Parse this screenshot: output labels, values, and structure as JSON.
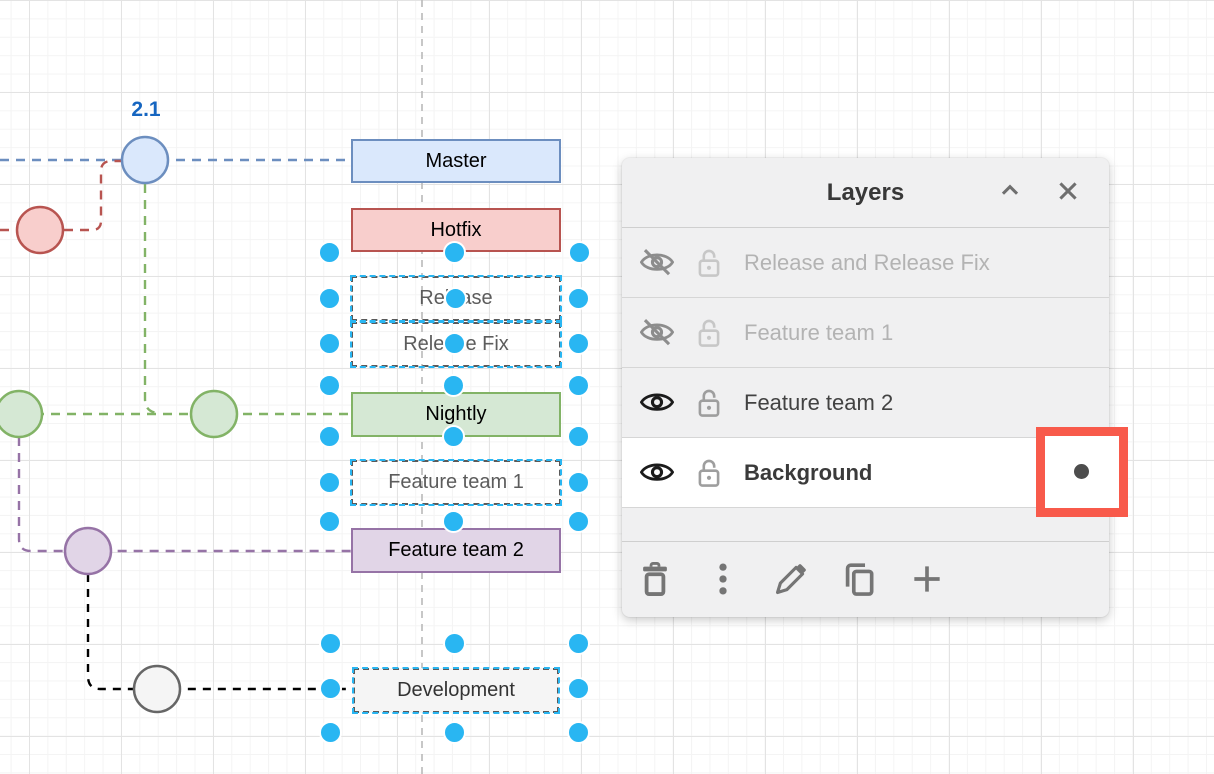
{
  "canvas": {
    "branch_tag": "2.1",
    "branch_tag_color": "#1565c0",
    "nodes": [
      {
        "id": "master",
        "label": "Master",
        "fill": "#dae8fc",
        "stroke": "#6c8ebf"
      },
      {
        "id": "hotfix",
        "label": "Hotfix",
        "fill": "#f8cecc",
        "stroke": "#b85450"
      },
      {
        "id": "release",
        "label": "Release",
        "fill": "transparent",
        "stroke": "#5a5a5a",
        "state": "selected-outline"
      },
      {
        "id": "release-fix",
        "label": "Release Fix",
        "fill": "transparent",
        "stroke": "#5a5a5a",
        "state": "selected-outline"
      },
      {
        "id": "nightly",
        "label": "Nightly",
        "fill": "#d5e8d4",
        "stroke": "#82b366"
      },
      {
        "id": "feature-team-1",
        "label": "Feature team 1",
        "fill": "transparent",
        "stroke": "#5a5a5a",
        "state": "selected-outline"
      },
      {
        "id": "feature-team-2",
        "label": "Feature team 2",
        "fill": "#e1d5e7",
        "stroke": "#9673a6"
      },
      {
        "id": "development",
        "label": "Development",
        "fill": "#f5f5f5",
        "stroke": "#5a5a5a",
        "state": "selected-outline"
      }
    ],
    "edge_colors": {
      "master_line": "#6c8ebf",
      "hotfix_line": "#b85450",
      "nightly_line": "#82b366",
      "feature_line": "#9673a6",
      "development_line": "#000000",
      "page_divider": "#b9b9b9"
    },
    "selection_handle_color": "#29b6f2"
  },
  "layers_panel": {
    "title": "Layers",
    "header_icons": [
      "collapse-icon",
      "close-icon"
    ],
    "rows": [
      {
        "label": "Release and Release Fix",
        "visible": false,
        "locked": false,
        "selected": false
      },
      {
        "label": "Feature team 1",
        "visible": false,
        "locked": false,
        "selected": false
      },
      {
        "label": "Feature team 2",
        "visible": true,
        "locked": false,
        "selected": false
      },
      {
        "label": "Background",
        "visible": true,
        "locked": false,
        "selected": true
      }
    ],
    "toolbar_icons": [
      "trash-icon",
      "more-vertical-icon",
      "edit-icon",
      "duplicate-icon",
      "add-icon"
    ]
  },
  "annotation": {
    "shape": "rectangle",
    "color": "#f85a4b",
    "marks": "current-layer-indicator-dot"
  }
}
